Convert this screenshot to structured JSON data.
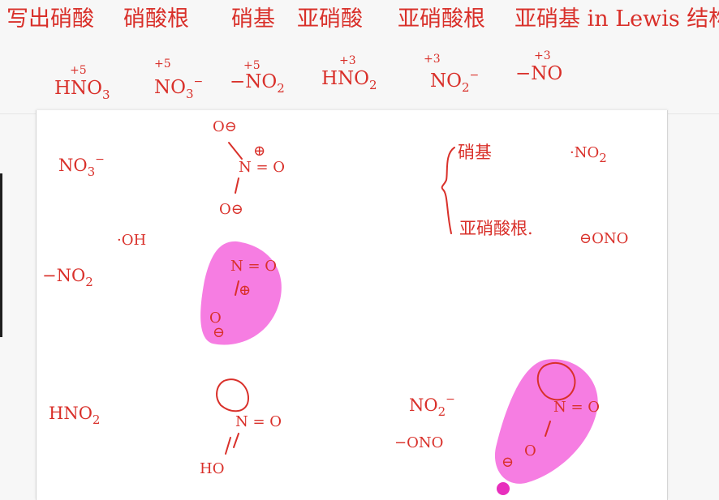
{
  "header": {
    "titles": [
      "写出硝酸",
      "硝酸根",
      "硝基",
      "亚硝酸",
      "亚硝酸根",
      "亚硝基 in Lewis 结构式"
    ],
    "formulas": [
      {
        "ox": "+5",
        "text": "HNO",
        "sub": "3",
        "sup": ""
      },
      {
        "ox": "+5",
        "text": "NO",
        "sub": "3",
        "sup": "−"
      },
      {
        "ox": "+5",
        "text": "−NO",
        "sub": "2",
        "sup": ""
      },
      {
        "ox": "+3",
        "text": "HNO",
        "sub": "2",
        "sup": ""
      },
      {
        "ox": "+3",
        "text": "NO",
        "sub": "2",
        "sup": "−"
      },
      {
        "ox": "+3",
        "text": "−NO",
        "sub": "",
        "sup": ""
      }
    ]
  },
  "board": {
    "labels": {
      "no3": "NO",
      "no3_sub": "3",
      "no3_sup": "−",
      "oh": "·OH",
      "nitro": "−NO",
      "nitro_sub": "2",
      "hno2": "HNO",
      "hno2_sub": "2",
      "brace_top": "硝基",
      "radical": "·NO",
      "radical_sub": "2",
      "brace_bottom": "亚硝酸根.",
      "ono": "⊖ONO",
      "no2m": "NO",
      "no2m_sub": "2",
      "no2m_sup": "−",
      "ono_dash": "−ONO"
    },
    "structure_text": {
      "n_o": "N = O",
      "n_o2": "N = O",
      "n_o3": "N = O",
      "n_o4": "N = O",
      "o": "O",
      "ho": "HO",
      "minus": "⊖",
      "plus": "⊕"
    }
  },
  "colors": {
    "ink": "#d9302a",
    "highlight": "#f56fdf",
    "sheet": "#ffffff",
    "page": "#f7f7f7"
  }
}
